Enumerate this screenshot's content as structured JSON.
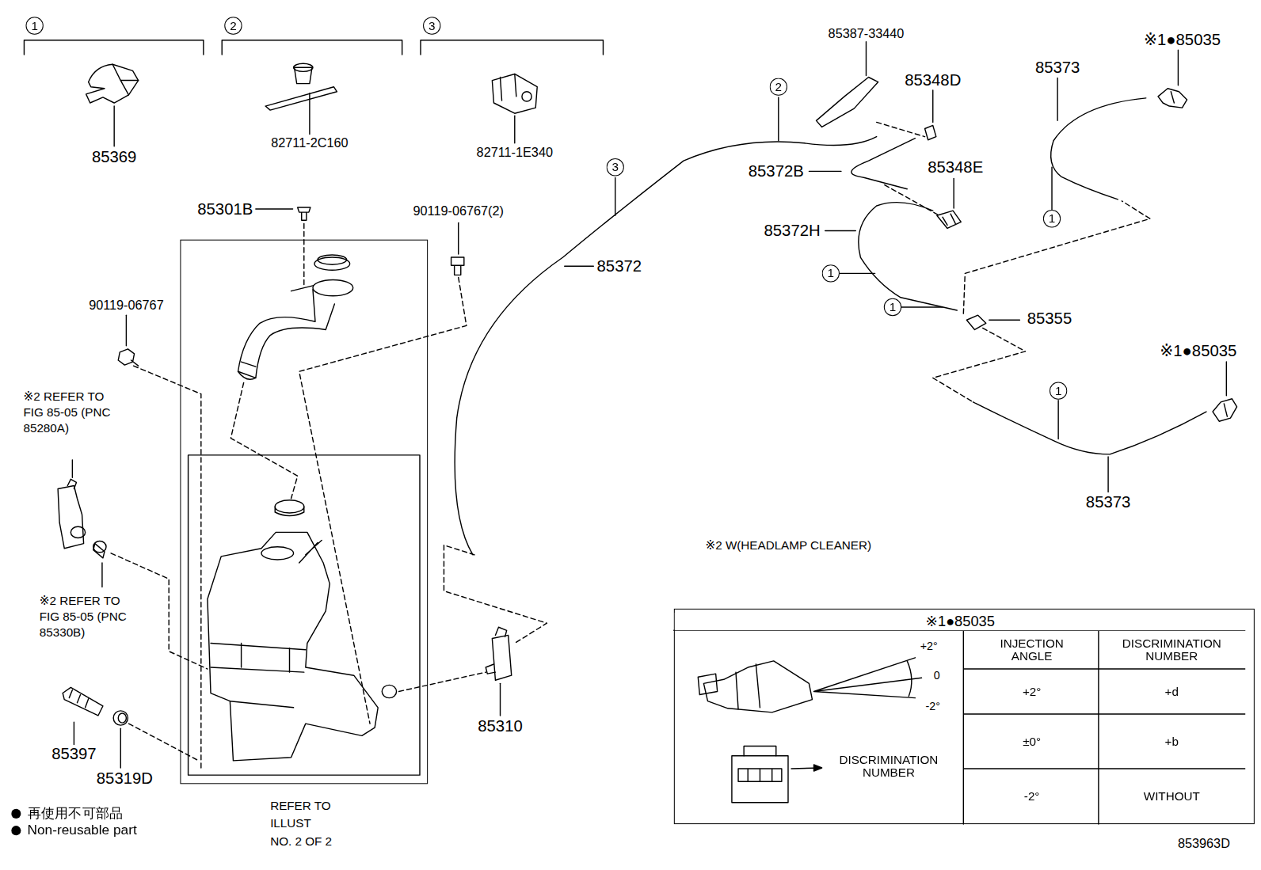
{
  "diagram": {
    "nodes": [
      {
        "text": [
          "REFER TO ILLUST NO. 2 OF 2"
        ]
      },
      {
        "text": [
          "※1●85035"
        ]
      }
    ],
    "labels": [
      "1",
      "2",
      "3",
      "85369",
      "82711-2C160",
      "82711-1E340",
      "85387-33440",
      "85348D",
      "85348E",
      "85372B",
      "85372H",
      "85373",
      "※1●85035",
      "85301B",
      "90119-06767(2)",
      "85372",
      "3",
      "2",
      "1",
      "1",
      "85355",
      "1",
      "85373",
      "1",
      "※1●85035",
      "90119-06767",
      "※2 REFER TO FIG 85-05 (PNC 85280A)",
      "※2 REFER TO FIG 85-05 (PNC 85330B)",
      "※2 W(HEADLAMP CLEANER)",
      "85310",
      "85397",
      "85319D",
      "+2°",
      "0",
      "-2°",
      "INJECTION ANGLE",
      "DISCRIMINATION NUMBER",
      "+2°",
      "+d",
      "±0°",
      "+b",
      "-2°",
      "WITHOUT",
      "DISCRIMINATION NUMBER",
      "853963D"
    ],
    "legend": [
      {
        "text": "再使用不可部品"
      },
      {
        "text": "Non-reusable part"
      }
    ]
  }
}
